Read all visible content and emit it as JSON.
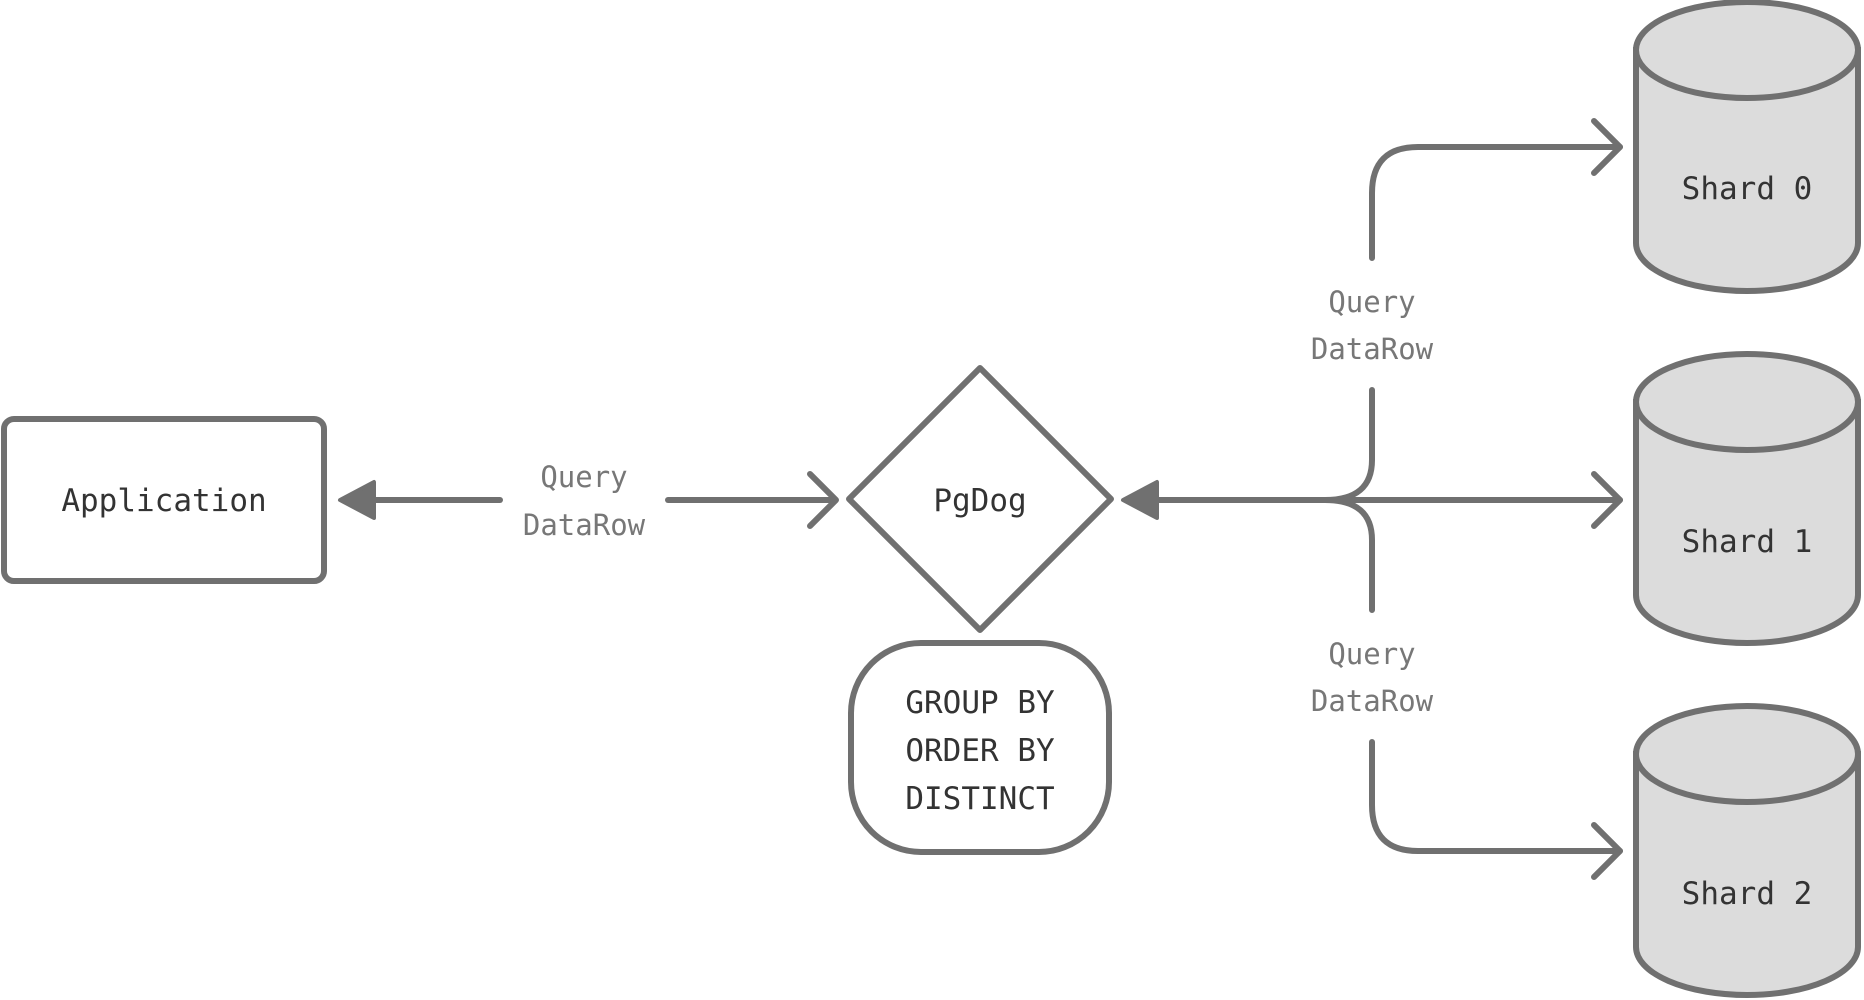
{
  "nodes": {
    "application": "Application",
    "pgdog": "PgDog",
    "operations": [
      "GROUP BY",
      "ORDER BY",
      "DISTINCT"
    ],
    "shards": [
      "Shard 0",
      "Shard 1",
      "Shard 2"
    ]
  },
  "edges": {
    "app_pgdog": {
      "top": "Query",
      "bottom": "DataRow"
    },
    "pgdog_shards_upper": {
      "top": "Query",
      "bottom": "DataRow"
    },
    "pgdog_shards_lower": {
      "top": "Query",
      "bottom": "DataRow"
    }
  },
  "colors": {
    "stroke": "#707070",
    "database_fill": "#dcdcdc",
    "node_text": "#333333",
    "label_text": "#777777"
  }
}
